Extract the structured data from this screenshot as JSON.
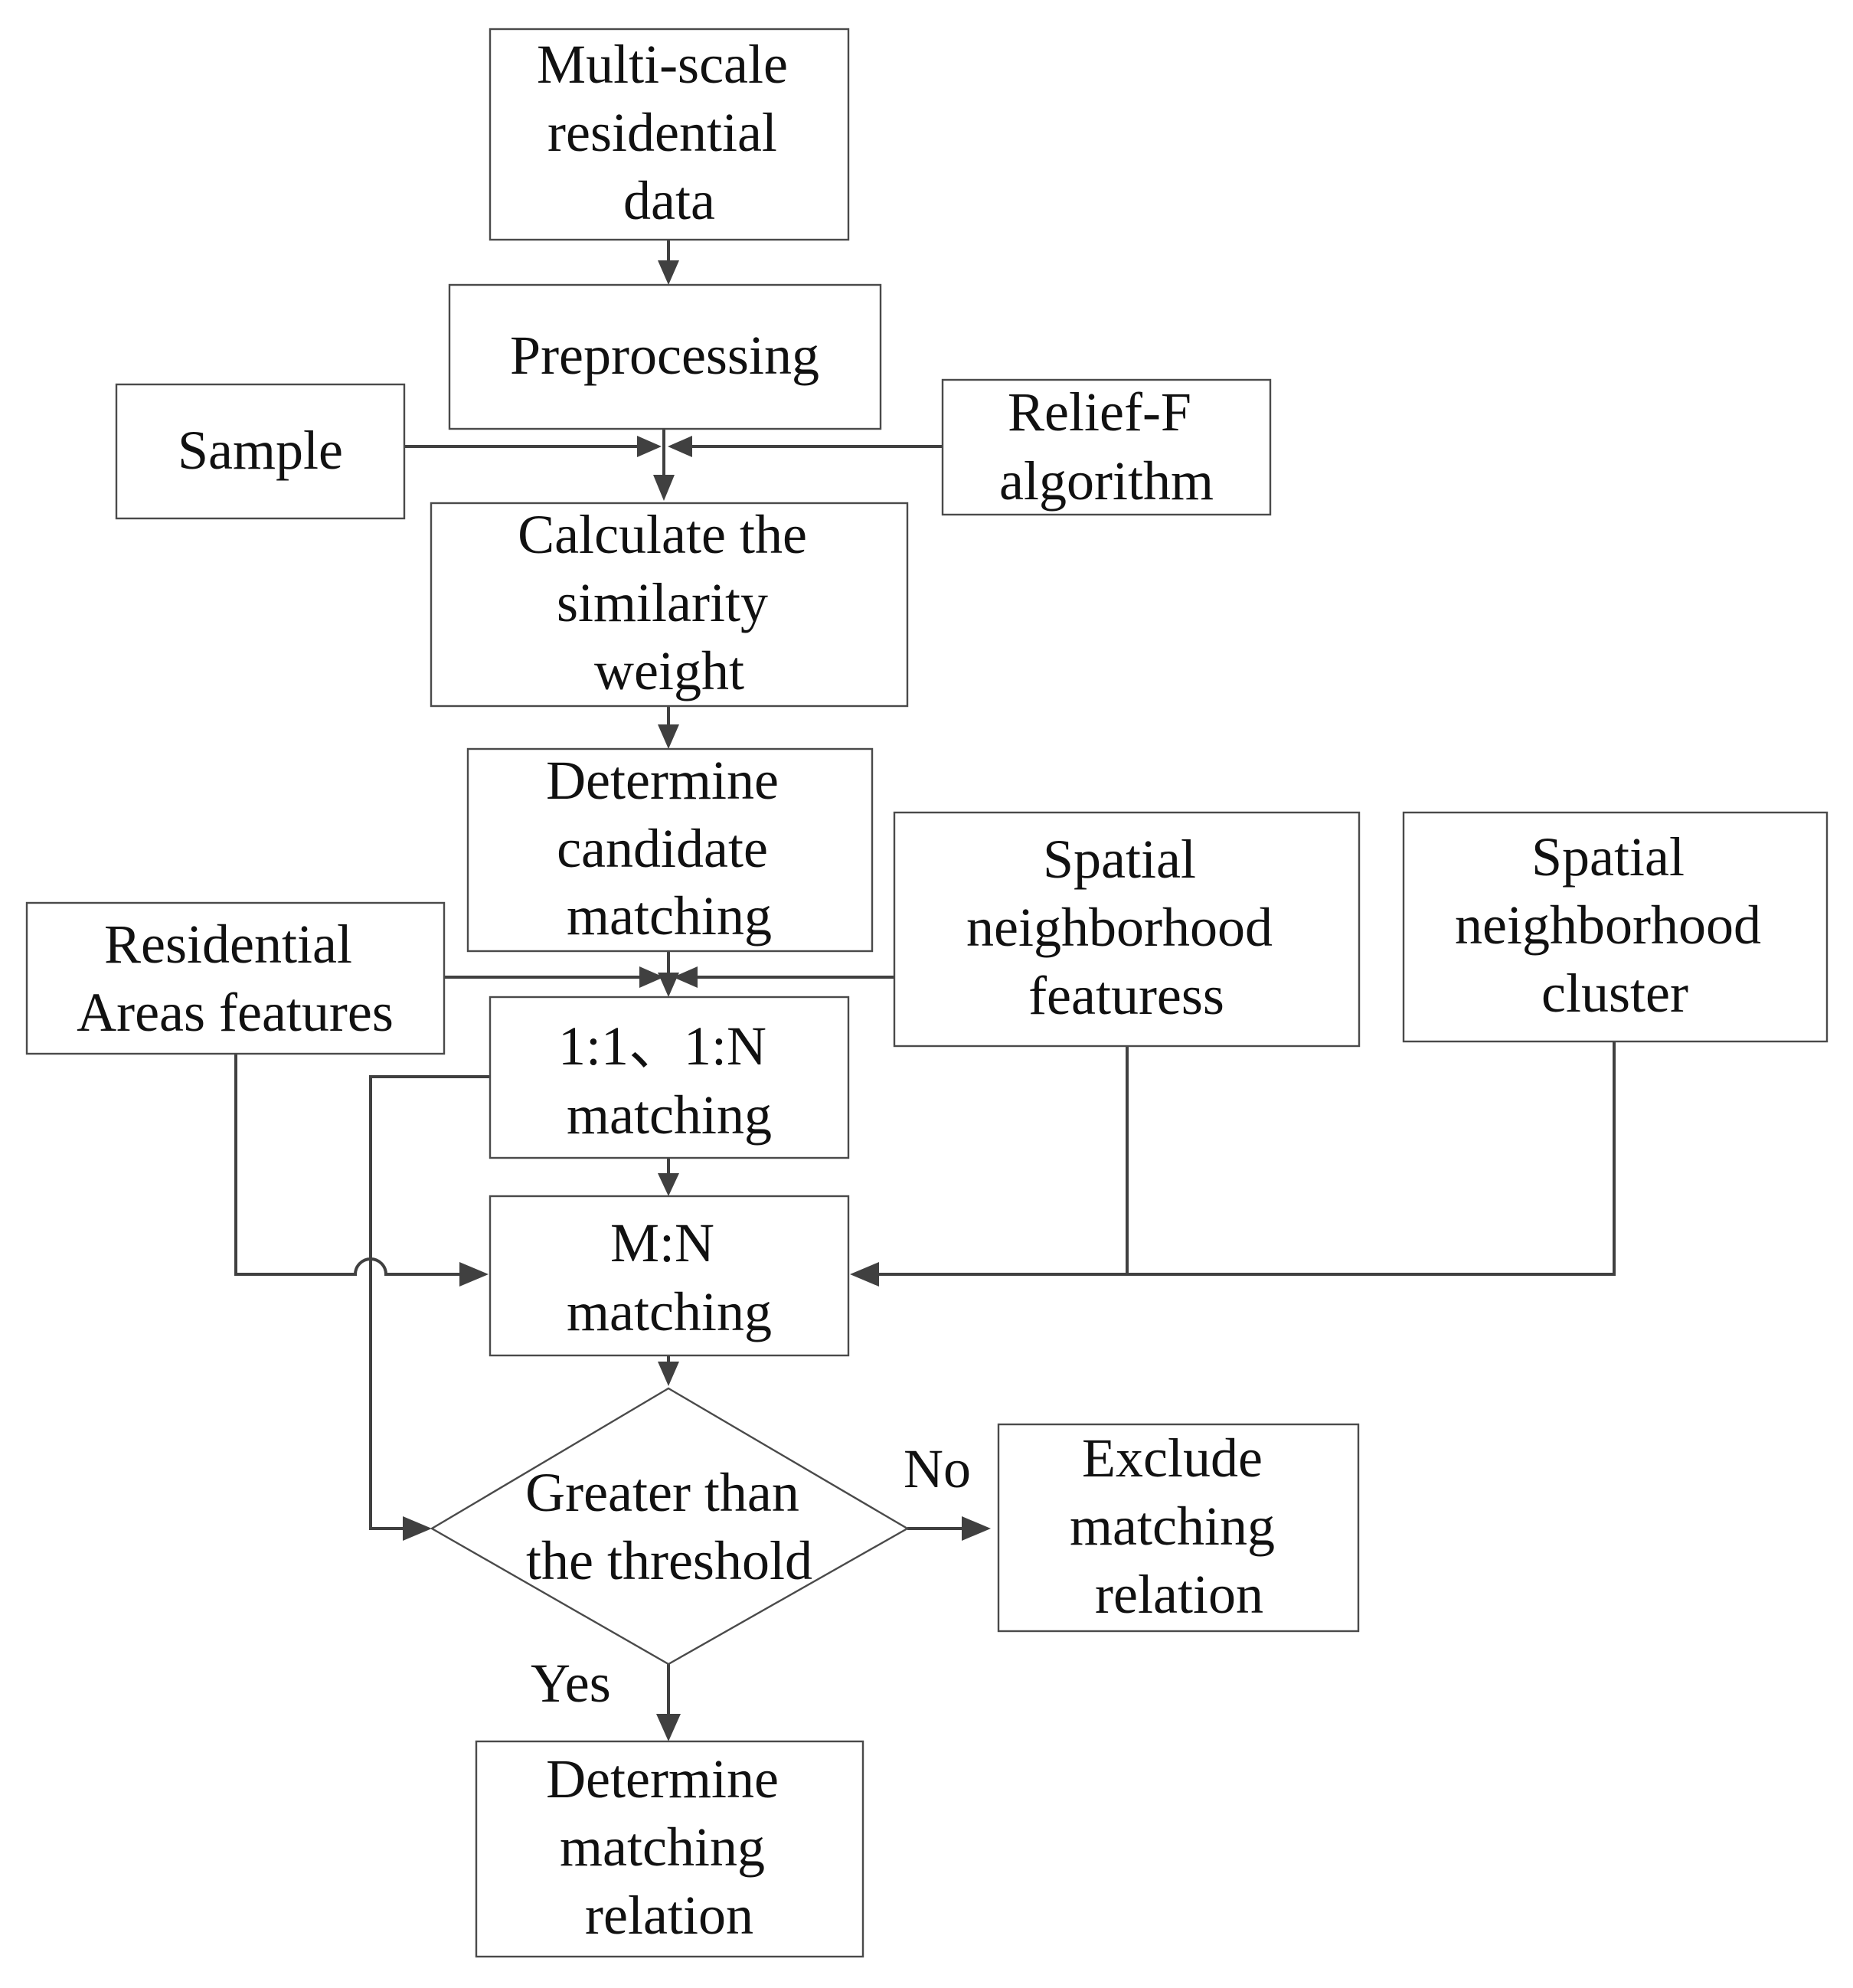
{
  "nodes": {
    "multiscale_data": {
      "lines": [
        "Multi-scale",
        "residential",
        "data"
      ]
    },
    "preprocessing": {
      "lines": [
        "Preprocessing"
      ]
    },
    "sample": {
      "lines": [
        "Sample"
      ]
    },
    "relief_f": {
      "lines": [
        "Relief-F",
        "algorithm"
      ]
    },
    "calc_similarity": {
      "lines": [
        "Calculate the",
        "similarity",
        "weight"
      ]
    },
    "determine_candidate": {
      "lines": [
        "Determine",
        "candidate",
        "matching"
      ]
    },
    "residential_features": {
      "lines": [
        "Residential",
        "Areas features"
      ]
    },
    "spatial_features": {
      "lines": [
        "Spatial",
        "neighborhood",
        "featuress"
      ]
    },
    "spatial_cluster": {
      "lines": [
        "Spatial",
        "neighborhood",
        "cluster"
      ]
    },
    "one_to_n": {
      "lines": [
        "1:1、1:N",
        "matching"
      ]
    },
    "m_to_n": {
      "lines": [
        "M:N",
        "matching"
      ]
    },
    "threshold": {
      "lines": [
        "Greater than",
        "the threshold"
      ]
    },
    "exclude": {
      "lines": [
        "Exclude",
        "matching",
        "relation"
      ]
    },
    "determine_relation": {
      "lines": [
        "Determine",
        "matching",
        "relation"
      ]
    }
  },
  "edge_labels": {
    "no": "No",
    "yes": "Yes"
  },
  "colors": {
    "stroke": "#404040",
    "box_border": "#4a4a4a",
    "text": "#111111",
    "background": "#ffffff"
  }
}
